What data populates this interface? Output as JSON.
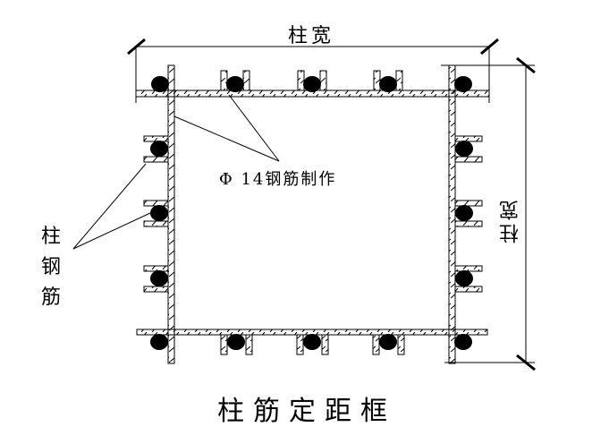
{
  "diagram": {
    "title": "柱筋定距框",
    "dimension_top": "柱宽",
    "dimension_right": "柱宽",
    "bar_callout": "Φ 14钢筋制作",
    "rebar_callout": "柱钢筋",
    "counts": {
      "top_rebars": 5,
      "bottom_rebars": 5,
      "left_side_rebars": 3,
      "right_side_rebars": 3
    }
  }
}
